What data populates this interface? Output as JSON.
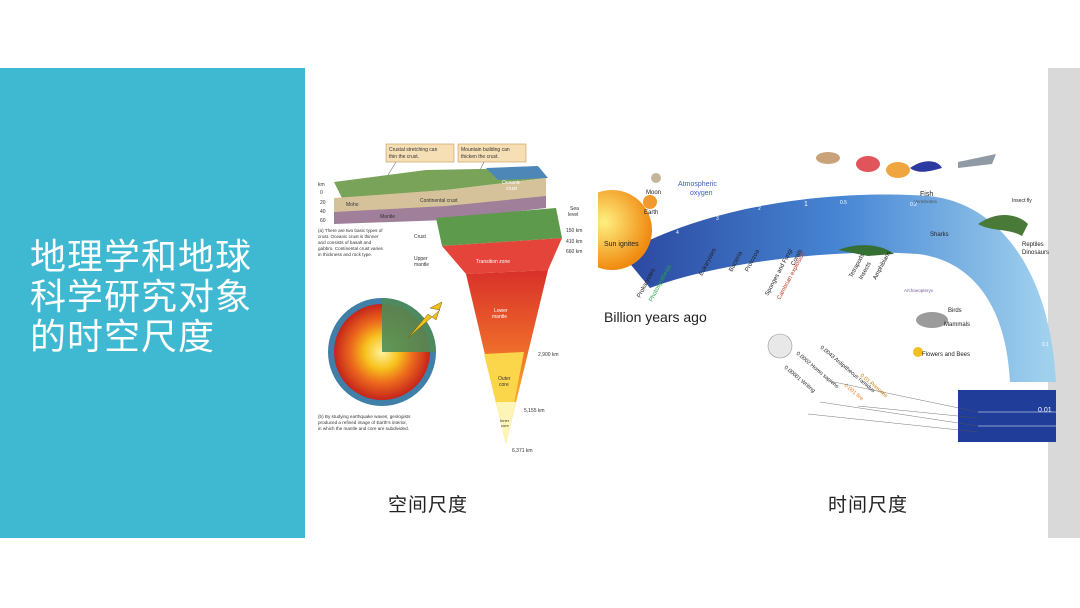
{
  "slide": {
    "title_lines": [
      "地理学和地球",
      "科学研究对象",
      "的时空尺度"
    ],
    "caption_space": "空间尺度",
    "caption_time": "时间尺度"
  },
  "earth_figure": {
    "callout_left": [
      "Crustal stretching can",
      "thin the crust."
    ],
    "callout_right": [
      "Mountain building can",
      "thicken the crust."
    ],
    "oceanic_crust": [
      "Oceanic",
      "crust"
    ],
    "moho": "Moho",
    "continental_crust": "Continental crust",
    "mantle": "Mantle",
    "depth_unit": "km",
    "depth_ticks": [
      "0",
      "20",
      "40",
      "60"
    ],
    "note_a": [
      "(a) There are two basic types of",
      "crust. Oceanic crust is thinner",
      "and consists of basalt and",
      "gabbro. Continental crust varies",
      "in thickness and rock type."
    ],
    "sea_level": [
      "Sea",
      "level"
    ],
    "crust": "Crust",
    "upper_mantle": [
      "Upper",
      "mantle"
    ],
    "transition_zone": "Transition zone",
    "lower_mantle": [
      "Lower",
      "mantle"
    ],
    "outer_core": [
      "Outer",
      "core"
    ],
    "inner_core": [
      "Inner",
      "core"
    ],
    "depths": [
      "150 km",
      "410 km",
      "660 km",
      "2,900 km",
      "5,155 km",
      "6,371 km"
    ],
    "note_b": [
      "(b) By studying earthquake waves, geologists",
      "produced a refined image of Earth's interior,",
      "in which the mantle and core are subdivided."
    ]
  },
  "time_figure": {
    "sun": "Sun ignites",
    "moon": "Moon",
    "earth": "Earth",
    "atmospheric_oxygen": [
      "Atmospheric",
      "oxygen"
    ],
    "billion_years_ago": "Billion years ago",
    "events": [
      "Prokaryotes",
      "Photosynthesis",
      "Eukaryotes",
      "Bacteria",
      "Protozoa",
      "Sponges and Fungi",
      "Corals",
      "Cambrian explosion",
      "Tetrapods",
      "Insects",
      "Amphibians"
    ],
    "fish": "Fish",
    "vertebrates": "Vertebrates",
    "sharks": "Sharks",
    "insect_fly": "Insect fly",
    "reptiles": "Reptiles",
    "dinosaurs": "Dinosaurs",
    "archaeopteryx": "Archaeopteryx",
    "birds": "Birds",
    "mammals": "Mammals",
    "flowers_and_bees": "Flowers and Bees",
    "recent": [
      "0.0043 Ardipithecus ramidus",
      "0.01 Primates",
      "0.0002 Homo sapiens",
      "0.001 fire",
      "0.00001 Writing"
    ],
    "arc_ticks": [
      "4",
      "3",
      "2",
      "1",
      "0.5",
      "0.2",
      "0.1",
      "0.01"
    ],
    "colors": {
      "arc_dark": "#1f3d99",
      "arc_mid": "#3d7fd1",
      "arc_light": "#9fd2ee",
      "sun": "#f4b21b",
      "cambrian": "#c0392b",
      "photosynthesis": "#27a844",
      "fire": "#e67e22"
    }
  }
}
